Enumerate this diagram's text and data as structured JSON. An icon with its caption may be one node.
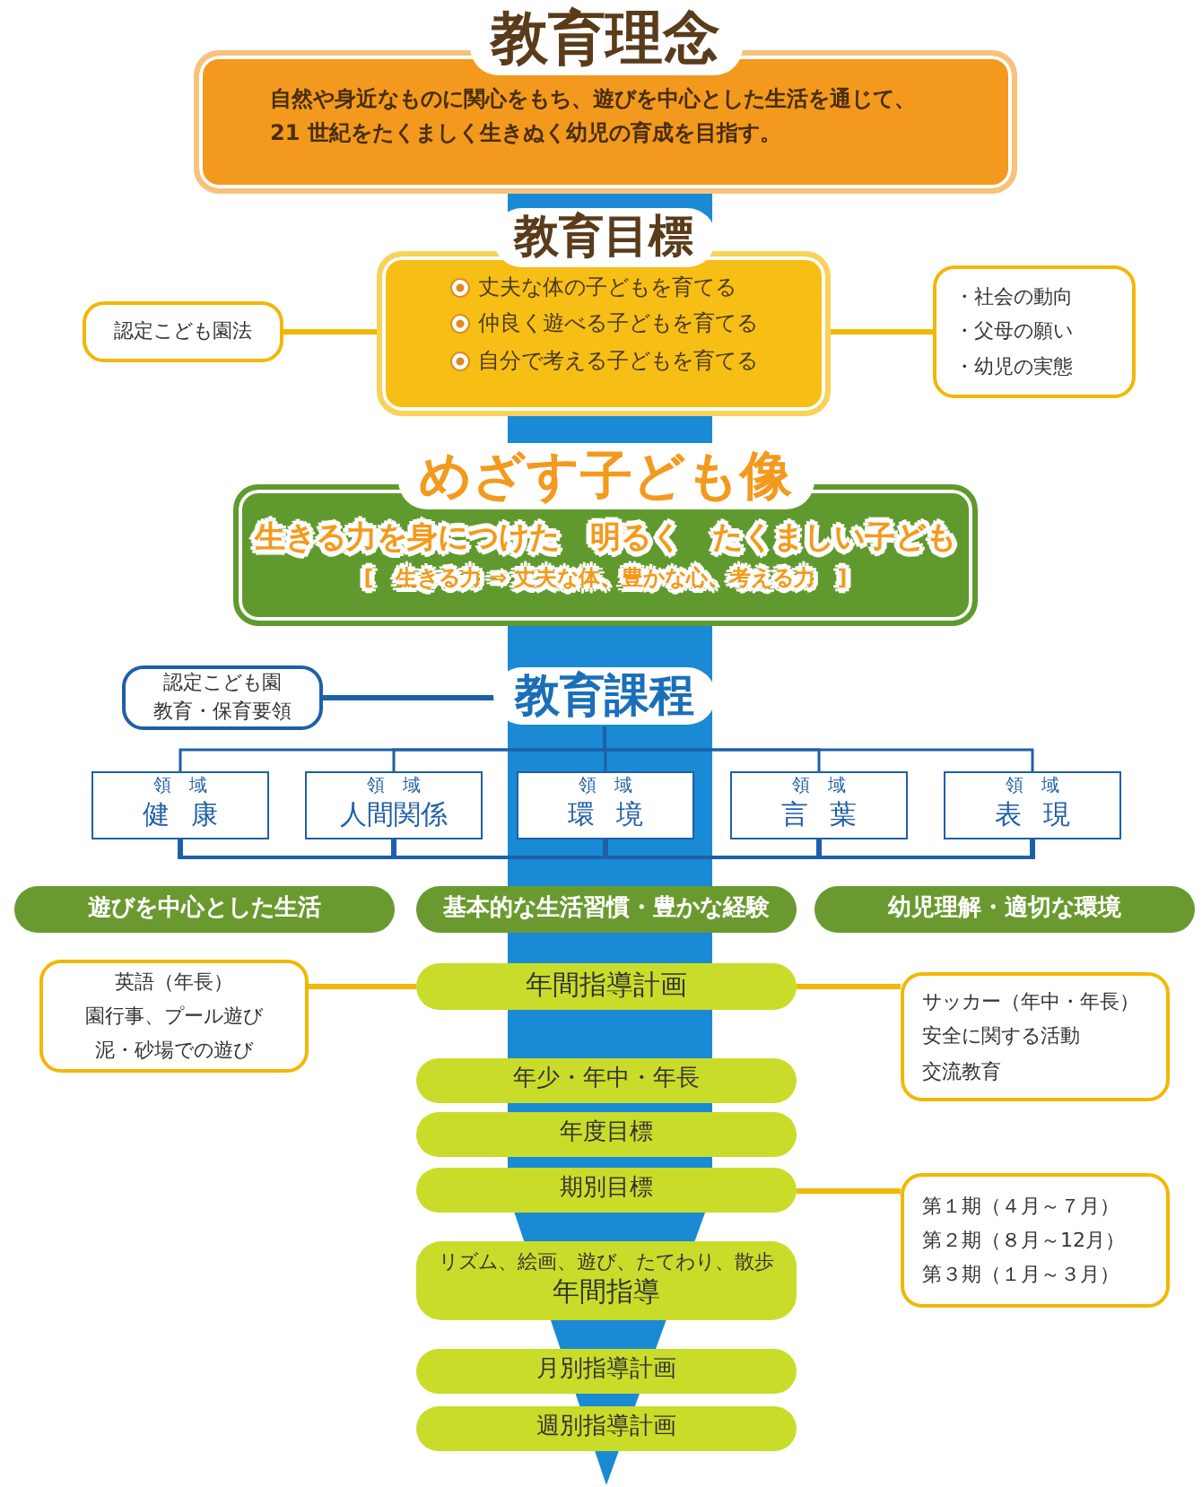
{
  "diagram": {
    "nodes": [
      {
        "text": [
          "教育理念",
          "自然や身近なものに関心をもち、遊びを中心とした生活を通じて、21 世紀をたくましく生きぬく幼児の育成を目指す。"
        ]
      },
      {
        "text": [
          "教育目標",
          "丈夫な体の子どもを育てる",
          "仲良く遊べる子どもを育てる",
          "自分で考える子どもを育てる"
        ]
      },
      {
        "text": [
          "認定こども園法"
        ]
      },
      {
        "text": [
          "・社会の動向",
          "・父母の願い",
          "・幼児の実態"
        ]
      },
      {
        "text": [
          "めざす子ども像",
          "生きる力を身につけた　明るく　たくましい子ども",
          "[　生きる力 ⇒ 丈夫な体、豊かな心、考える力　]"
        ]
      },
      {
        "text": [
          "認定こども園",
          "教育・保育要領"
        ]
      },
      {
        "text": [
          "教育課程"
        ]
      },
      {
        "text": [
          "領域",
          "健康"
        ]
      },
      {
        "text": [
          "領域",
          "人間関係"
        ]
      },
      {
        "text": [
          "領域",
          "環境"
        ]
      },
      {
        "text": [
          "領域",
          "言葉"
        ]
      },
      {
        "text": [
          "領域",
          "表現"
        ]
      },
      {
        "text": [
          "遊びを中心とした生活"
        ]
      },
      {
        "text": [
          "基本的な生活習慣・豊かな経験"
        ]
      },
      {
        "text": [
          "幼児理解・適切な環境"
        ]
      },
      {
        "text": [
          "英語（年長）",
          "園行事、プール遊び",
          "泥・砂場での遊び"
        ]
      },
      {
        "text": [
          "年間指導計画"
        ]
      },
      {
        "text": [
          "サッカー（年中・年長）",
          "安全に関する活動",
          "交流教育"
        ]
      },
      {
        "text": [
          "年少・年中・年長"
        ]
      },
      {
        "text": [
          "年度目標"
        ]
      },
      {
        "text": [
          "期別目標"
        ]
      },
      {
        "text": [
          "第１期（４月～７月）",
          "第２期（８月～12月）",
          "第３期（１月～３月）"
        ]
      },
      {
        "text": [
          "リズム、絵画、遊び、たてわり、散歩",
          "年間指導"
        ]
      },
      {
        "text": [
          "月別指導計画"
        ]
      },
      {
        "text": [
          "週別指導計画"
        ]
      },
      {
        "text": [],
        "shape": "bar"
      }
    ],
    "edges": [
      {
        "from": 2,
        "to": 1,
        "arrow": "none",
        "color": "#f2b705"
      },
      {
        "from": 1,
        "to": 3,
        "arrow": "none",
        "color": "#f2b705"
      },
      {
        "from": 5,
        "to": 6,
        "arrow": "none",
        "color": "#1f5fa8"
      },
      {
        "from": 6,
        "to": 7,
        "arrow": "none",
        "color": "#1f5fa8"
      },
      {
        "from": 6,
        "to": 8,
        "arrow": "none",
        "color": "#1f5fa8"
      },
      {
        "from": 6,
        "to": 9,
        "arrow": "none",
        "color": "#1f5fa8"
      },
      {
        "from": 6,
        "to": 10,
        "arrow": "none",
        "color": "#1f5fa8"
      },
      {
        "from": 6,
        "to": 11,
        "arrow": "none",
        "color": "#1f5fa8"
      },
      {
        "from": 15,
        "to": 16,
        "arrow": "none",
        "color": "#f2b705"
      },
      {
        "from": 16,
        "to": 17,
        "arrow": "none",
        "color": "#f2b705"
      },
      {
        "from": 20,
        "to": 21,
        "arrow": "none",
        "color": "#f2b705"
      },
      {
        "from": 7,
        "to": 25,
        "arrow": "none",
        "color": "#1f5fa8"
      },
      {
        "from": 8,
        "to": 25,
        "arrow": "none",
        "color": "#1f5fa8"
      },
      {
        "from": 9,
        "to": 25,
        "arrow": "none",
        "color": "#1f5fa8"
      },
      {
        "from": 10,
        "to": 25,
        "arrow": "none",
        "color": "#1f5fa8"
      },
      {
        "from": 11,
        "to": 25,
        "arrow": "none",
        "color": "#1f5fa8"
      }
    ]
  }
}
